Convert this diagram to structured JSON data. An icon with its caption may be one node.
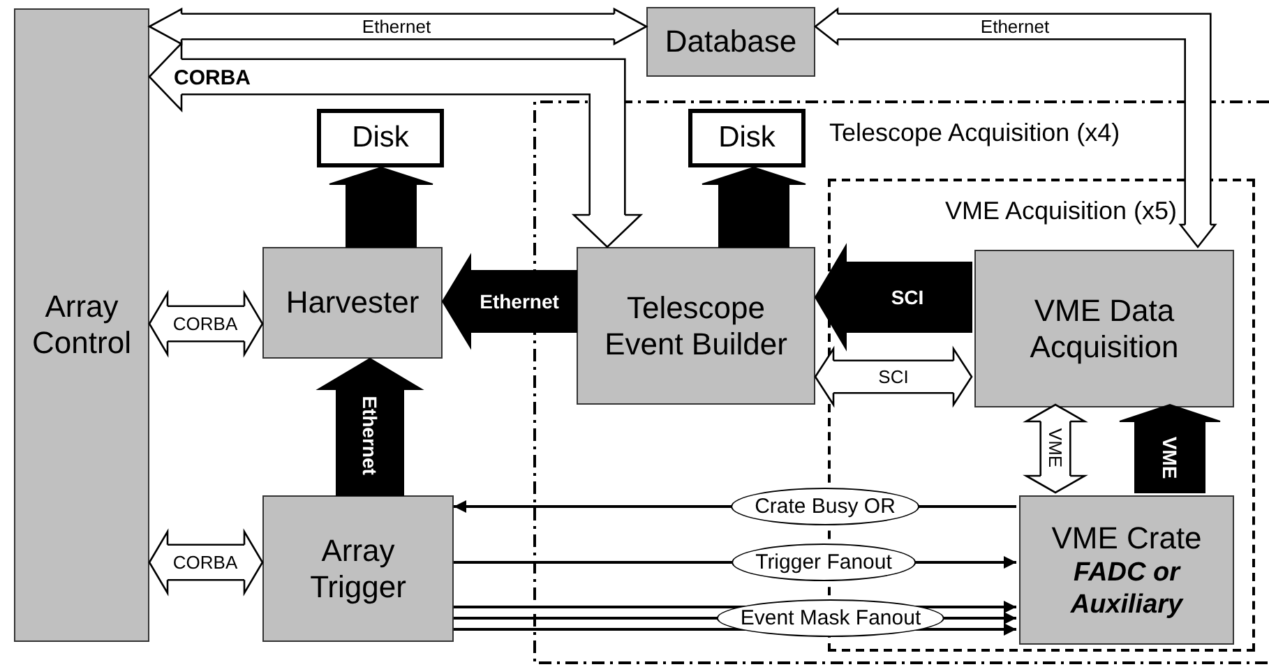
{
  "diagram": {
    "nodes": [
      {
        "text": [
          "Array Control"
        ]
      },
      {
        "text": [
          "Database"
        ]
      },
      {
        "text": [
          "Telescope Acquisition (x4)"
        ]
      },
      {
        "text": [
          "VME Acquisition (x5)"
        ],
        "in": 2
      },
      {
        "text": [
          "Disk"
        ]
      },
      {
        "text": [
          "Harvester"
        ]
      },
      {
        "text": [
          "Disk"
        ],
        "in": 2
      },
      {
        "text": [
          "Telescope Event Builder"
        ],
        "in": 2
      },
      {
        "text": [
          "VME Data Acquisition"
        ],
        "in": 3
      },
      {
        "text": [
          "Array Trigger"
        ]
      },
      {
        "text": [
          "VME Crate",
          "FADC or Auxiliary"
        ],
        "in": 3
      }
    ],
    "edges": [
      {
        "from": 0,
        "to": 1,
        "arrow": "both",
        "label": "Ethernet"
      },
      {
        "from": 1,
        "to": 8,
        "arrow": "both",
        "label": "Ethernet"
      },
      {
        "from": 7,
        "to": 0,
        "arrow": "both",
        "label": "CORBA"
      },
      {
        "from": 5,
        "to": 4,
        "arrow": "to",
        "style": "thick"
      },
      {
        "from": 7,
        "to": 6,
        "arrow": "to",
        "style": "thick"
      },
      {
        "from": 0,
        "to": 5,
        "arrow": "both",
        "label": "CORBA"
      },
      {
        "from": 7,
        "to": 5,
        "arrow": "to",
        "label": "Ethernet",
        "style": "thick"
      },
      {
        "from": 8,
        "to": 7,
        "arrow": "to",
        "label": "SCI",
        "style": "thick"
      },
      {
        "from": 7,
        "to": 8,
        "arrow": "both",
        "label": "SCI"
      },
      {
        "from": 9,
        "to": 5,
        "arrow": "to",
        "label": "Ethernet",
        "style": "thick"
      },
      {
        "from": 8,
        "to": 10,
        "arrow": "both",
        "label": "VME"
      },
      {
        "from": 10,
        "to": 8,
        "arrow": "to",
        "label": "VME",
        "style": "thick"
      },
      {
        "from": 0,
        "to": 9,
        "arrow": "both",
        "label": "CORBA"
      },
      {
        "from": 10,
        "to": 9,
        "arrow": "to",
        "label": "Crate Busy OR"
      },
      {
        "from": 9,
        "to": 10,
        "arrow": "to",
        "label": "Trigger Fanout"
      },
      {
        "from": 9,
        "to": 10,
        "arrow": "to"
      },
      {
        "from": 9,
        "to": 10,
        "arrow": "to",
        "label": "Event Mask Fanout"
      },
      {
        "from": 9,
        "to": 10,
        "arrow": "to"
      }
    ]
  }
}
